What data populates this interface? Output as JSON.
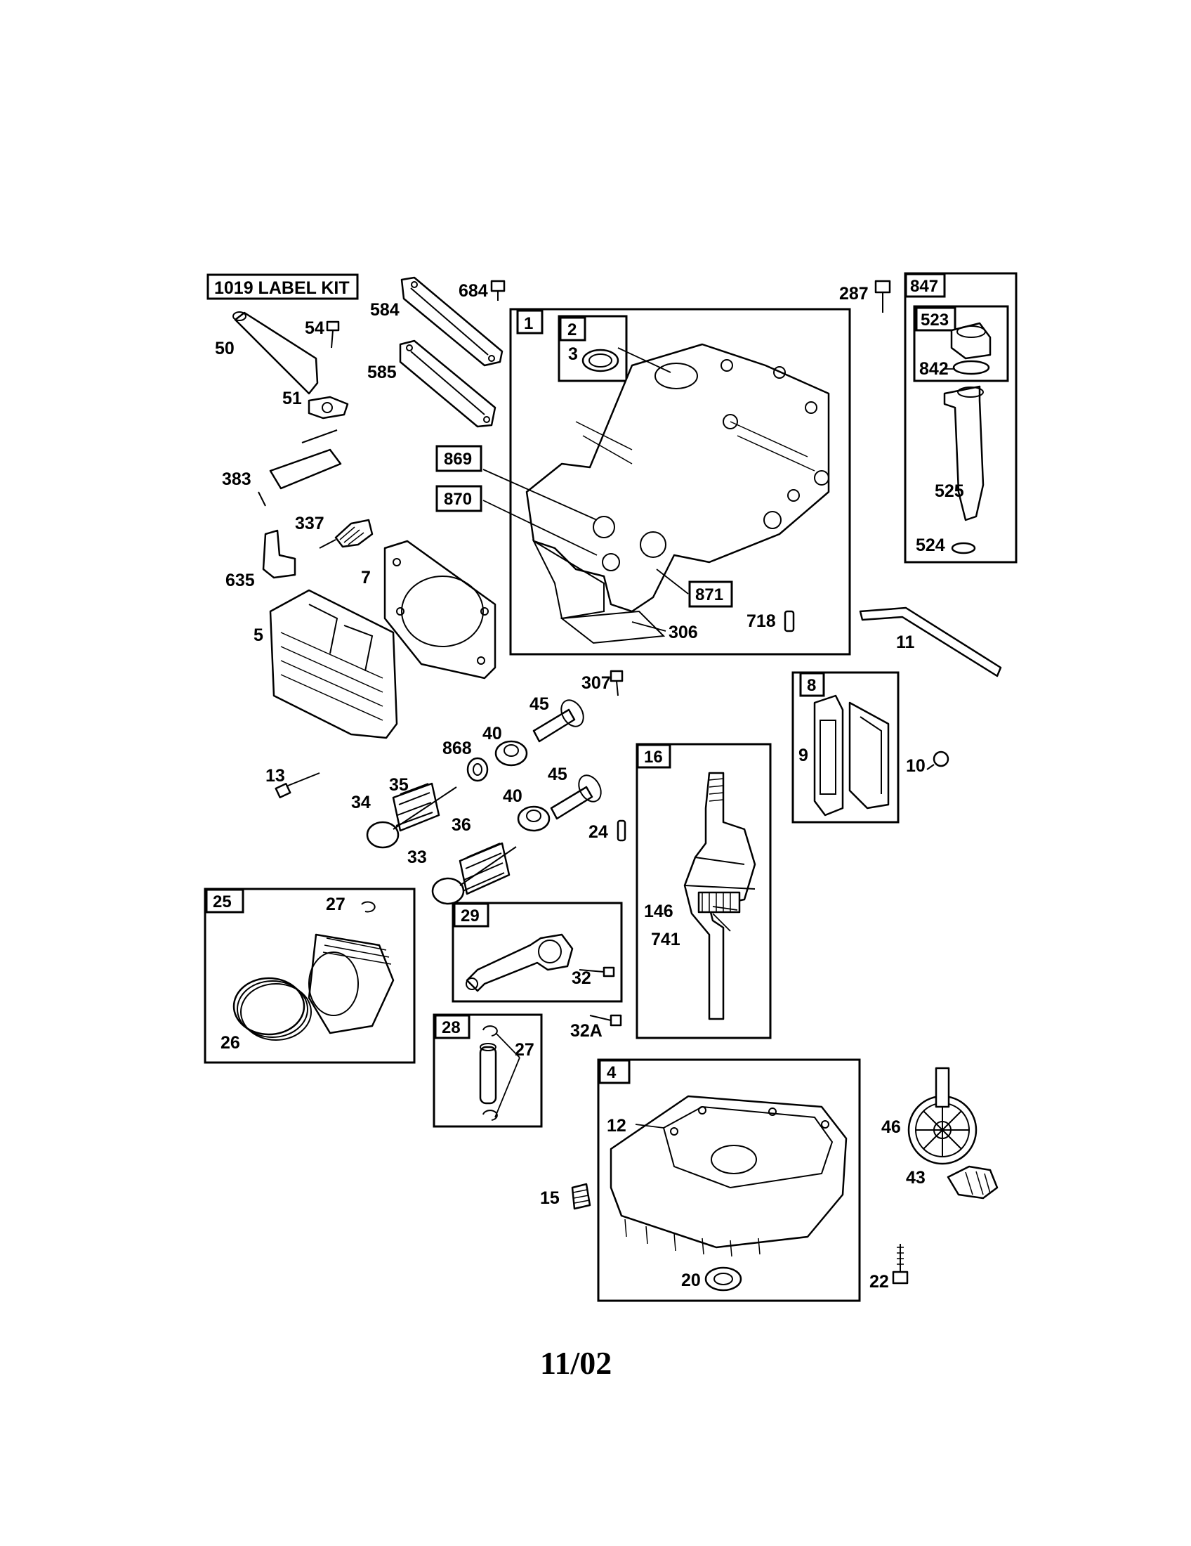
{
  "kit_label": "1019 LABEL KIT",
  "footer": {
    "date": "11/02"
  },
  "boxes": {
    "b1": "1",
    "b2": "2",
    "b847": "847",
    "b523": "523",
    "b869": "869",
    "b870": "870",
    "b871": "871",
    "b8": "8",
    "b16": "16",
    "b25": "25",
    "b29": "29",
    "b28": "28",
    "b4": "4"
  },
  "callouts": {
    "c684": "684",
    "c584": "584",
    "c585": "585",
    "c54": "54",
    "c50": "50",
    "c51": "51",
    "c383": "383",
    "c337": "337",
    "c635": "635",
    "c7": "7",
    "c5": "5",
    "c13": "13",
    "c3": "3",
    "c306": "306",
    "c718": "718",
    "c287": "287",
    "c842": "842",
    "c525": "525",
    "c524": "524",
    "c11": "11",
    "c307": "307",
    "c45a": "45",
    "c40a": "40",
    "c868": "868",
    "c45b": "45",
    "c40b": "40",
    "c35": "35",
    "c34": "34",
    "c36": "36",
    "c33": "33",
    "c24": "24",
    "c9": "9",
    "c10": "10",
    "c146": "146",
    "c741": "741",
    "c27a": "27",
    "c26": "26",
    "c32": "32",
    "c32a": "32A",
    "c27b": "27",
    "c12": "12",
    "c46": "46",
    "c43": "43",
    "c15": "15",
    "c20": "20",
    "c22": "22"
  }
}
